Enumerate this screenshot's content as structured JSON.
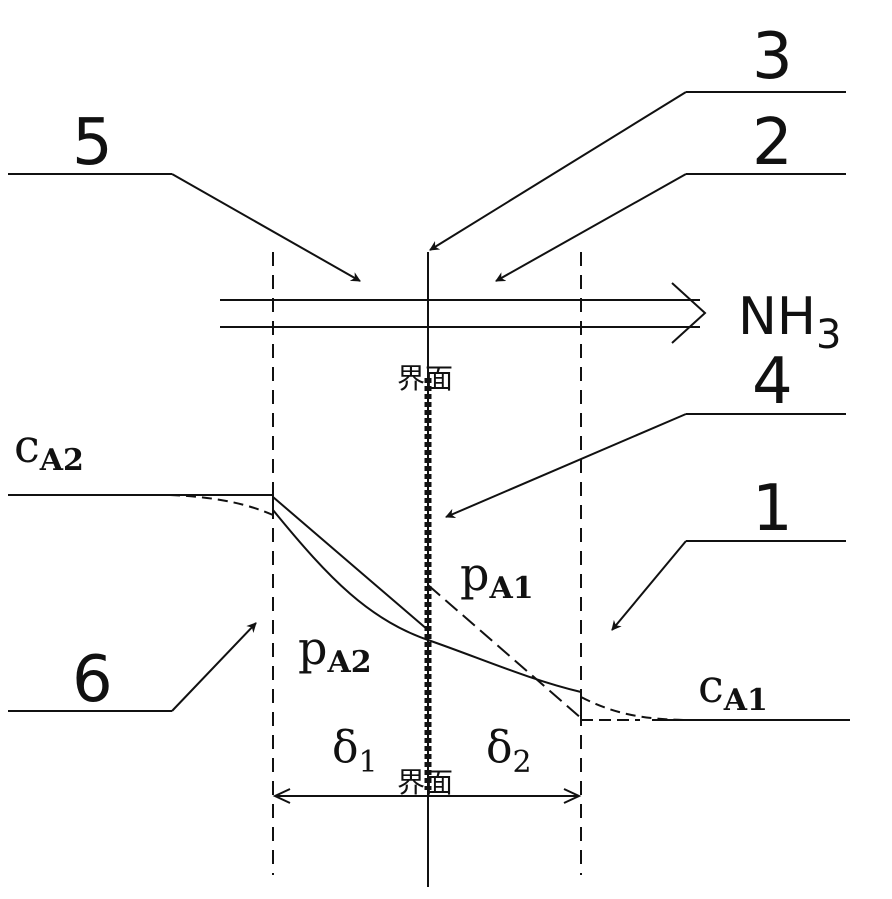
{
  "diagram": {
    "callouts": {
      "c1": "1",
      "c2": "2",
      "c3": "3",
      "c4": "4",
      "c5": "5",
      "c6": "6"
    },
    "gas": {
      "base": "NH",
      "sub": "3"
    },
    "interface_label": "界面",
    "c_A2": {
      "base": "c",
      "sub": "A2"
    },
    "c_A1": {
      "base": "c",
      "sub": "A1"
    },
    "p_A1": {
      "base": "p",
      "sub": "A1"
    },
    "p_A2": {
      "base": "p",
      "sub": "A2"
    },
    "delta1": {
      "base": "δ",
      "sub": "1"
    },
    "delta2": {
      "base": "δ",
      "sub": "2"
    }
  }
}
